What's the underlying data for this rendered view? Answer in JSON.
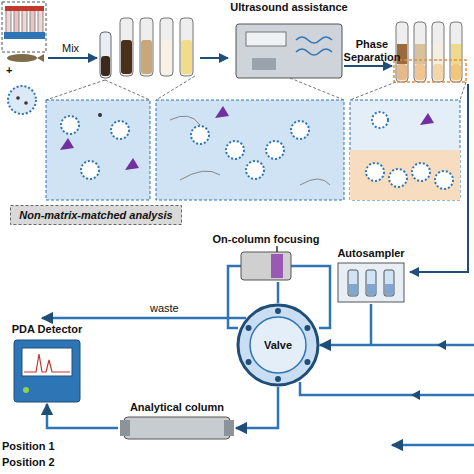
{
  "diagram": {
    "nodes": [
      {
        "text": [
          "Ultrasound assistance"
        ]
      },
      {
        "text": [
          "Non-matrix-matched analysis"
        ]
      },
      {
        "text": [
          "On-column focusing"
        ]
      },
      {
        "text": [
          "Autosampler"
        ]
      },
      {
        "text": [
          "PDA Detector"
        ]
      },
      {
        "text": [
          "Valve"
        ]
      },
      {
        "text": [
          "Analytical column"
        ]
      }
    ],
    "edges": [
      {
        "from": 3,
        "to": 5,
        "arrow": "to"
      },
      {
        "from": 5,
        "to": 2,
        "arrow": "none"
      },
      {
        "from": 5,
        "to": 6,
        "arrow": "to"
      },
      {
        "from": 6,
        "to": 4,
        "arrow": "to"
      }
    ],
    "labels": [
      "Mix",
      "Phase Separation",
      "+",
      "waste",
      "Position 1",
      "Position 2"
    ]
  }
}
